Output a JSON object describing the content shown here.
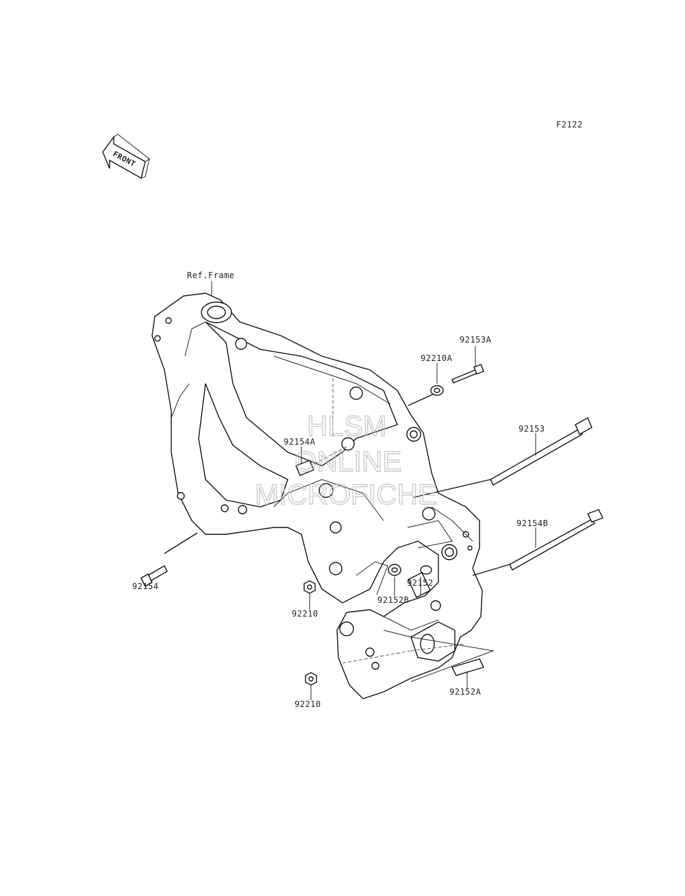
{
  "diagram_code": "F2122",
  "front_label": "FRONT",
  "ref_label": "Ref.Frame",
  "watermark": {
    "line1": "HLSM",
    "line2": "ONLINE",
    "line3": "MICROFICHE"
  },
  "parts": [
    {
      "id": "92153A"
    },
    {
      "id": "92210A"
    },
    {
      "id": "92153"
    },
    {
      "id": "92154A"
    },
    {
      "id": "92154B"
    },
    {
      "id": "92154"
    },
    {
      "id": "92152"
    },
    {
      "id": "92152B"
    },
    {
      "id": "92210"
    },
    {
      "id": "92210"
    },
    {
      "id": "92152A"
    }
  ]
}
